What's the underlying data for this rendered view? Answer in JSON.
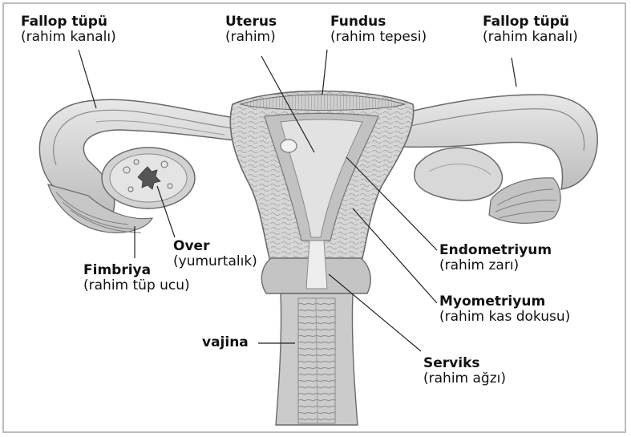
{
  "colors": {
    "tissue_light": "#e0e0e0",
    "tissue_mid": "#b9b9b9",
    "tissue_dark": "#7a7a7a",
    "outline": "#6a6a6a",
    "leader": "#222222",
    "text": "#111111"
  },
  "labels": {
    "fallop_left": {
      "title": "Fallop tüpü",
      "sub": "(rahim kanalı)"
    },
    "uterus": {
      "title": "Uterus",
      "sub": "(rahim)"
    },
    "fundus": {
      "title": "Fundus",
      "sub": "(rahim tepesi)"
    },
    "fallop_right": {
      "title": "Fallop tüpü",
      "sub": "(rahim kanalı)"
    },
    "over": {
      "title": "Over",
      "sub": "(yumurtalık)"
    },
    "fimbriya": {
      "title": "Fimbriya",
      "sub": "(rahim tüp ucu)"
    },
    "endometriyum": {
      "title": "Endometriyum",
      "sub": "(rahim zarı)"
    },
    "myometriyum": {
      "title": "Myometriyum",
      "sub": "(rahim kas dokusu)"
    },
    "vajina": {
      "title": "vajina"
    },
    "serviks": {
      "title": "Serviks",
      "sub": "(rahim ağzı)"
    }
  }
}
